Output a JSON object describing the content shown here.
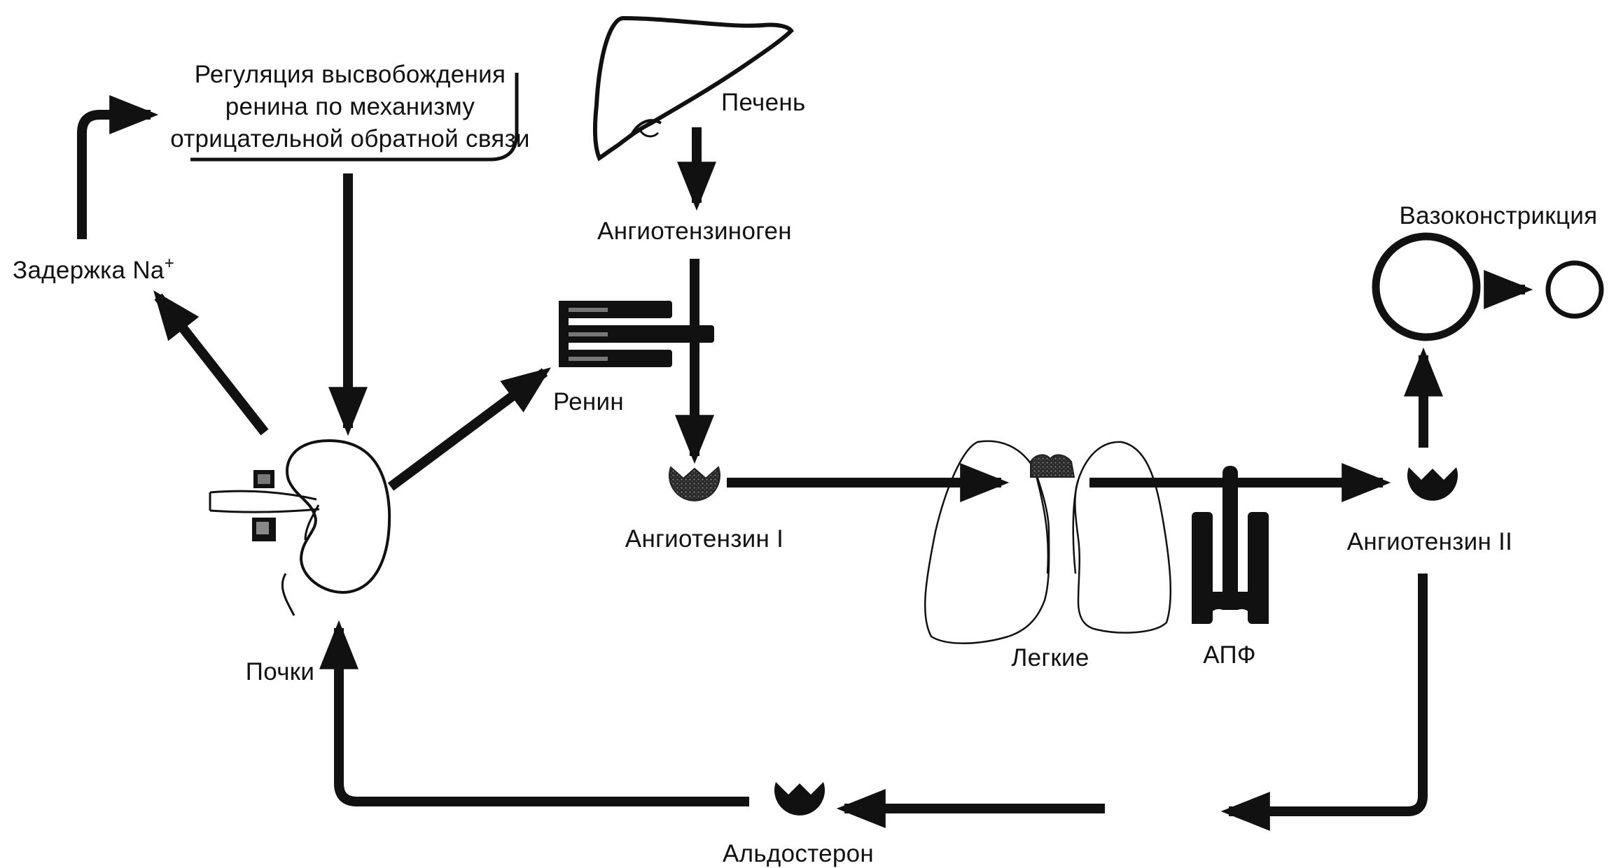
{
  "diagram": {
    "colors": {
      "ink": "#111111",
      "background": "#ffffff",
      "mottled": "#555555"
    },
    "labels": {
      "feedback_line1": "Регуляция высвобождения",
      "feedback_line2": "ренина по механизму",
      "feedback_line3": "отрицательной обратной связи",
      "liver": "Печень",
      "angiotensinogen": "Ангиотензиноген",
      "sodium_retention": "Задержка Na",
      "sodium_superscript": "+",
      "renin": "Ренин",
      "vasoconstriction": "Вазоконстрикция",
      "angiotensin_1": "Ангиотензин I",
      "angiotensin_2": "Ангиотензин II",
      "lungs": "Легкие",
      "ace": "АПФ",
      "kidneys": "Почки",
      "aldosterone": "Альдостерон"
    },
    "icons": [
      "liver-icon",
      "kidney-icon",
      "renin-enzyme-icon",
      "angiotensin-1-molecule-icon",
      "lungs-icon",
      "ace-enzyme-icon",
      "angiotensin-2-molecule-icon",
      "aldosterone-molecule-icon",
      "vessel-large-icon",
      "vessel-small-icon"
    ]
  }
}
